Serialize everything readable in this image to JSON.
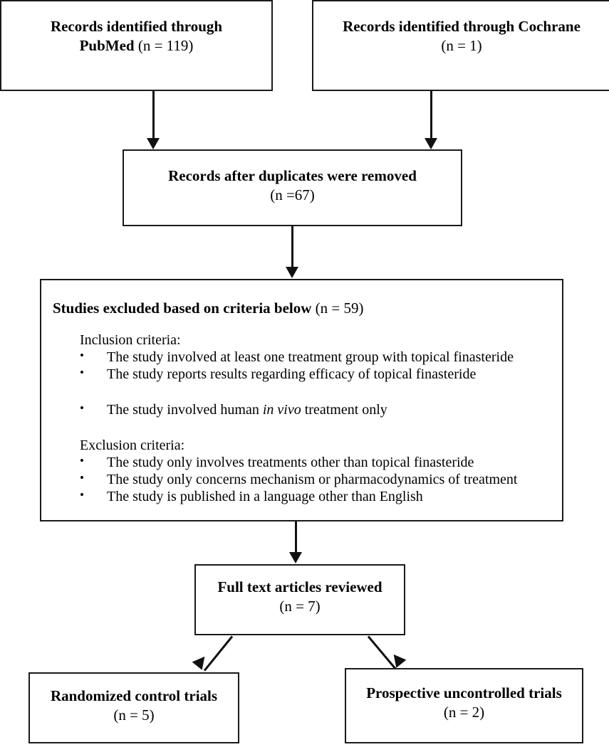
{
  "diagram": {
    "type": "prisma-flow-diagram",
    "title": "Study selection flow diagram",
    "background_color": "#ffffff",
    "line_color": "#111111",
    "box_border_color": "#1a1a1a"
  },
  "nodes": {
    "pubmed": {
      "line1": "Records identified through",
      "line2_bold": "PubMed",
      "line2_count": " (n = 119)",
      "count": 119
    },
    "cochrane": {
      "line1": "Records identified through Cochrane",
      "line2_count": "(n = 1)",
      "count": 1
    },
    "duplicates": {
      "line1": "Records after duplicates were removed",
      "line2_count": "(n =67)",
      "count": 67
    },
    "criteria": {
      "heading_bold": "Studies excluded based on criteria below",
      "heading_count": " (n = 59)",
      "count": 59,
      "inclusion_label": "Inclusion criteria:",
      "inclusion_items": [
        "The study involved at least one treatment group with topical finasteride",
        "The study reports results regarding efficacy of topical finasteride"
      ],
      "inclusion_item_italic": {
        "pre": "The study involved human ",
        "italic": "in vivo",
        "post": " treatment only"
      },
      "exclusion_label": "Exclusion criteria:",
      "exclusion_items": [
        "The study only involves treatments other than topical finasteride",
        "The study only concerns mechanism or pharmacodynamics of treatment",
        "The study is published in a language other than English"
      ]
    },
    "fulltext": {
      "line1": "Full text articles reviewed",
      "line2_count": "(n = 7)",
      "count": 7
    },
    "rct": {
      "line1": "Randomized control trials",
      "line2_count": "(n = 5)",
      "count": 5
    },
    "prospective": {
      "line1": "Prospective uncontrolled trials",
      "line2_count": "(n = 2)",
      "count": 2
    }
  }
}
